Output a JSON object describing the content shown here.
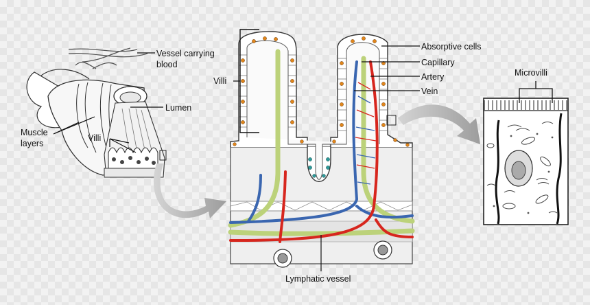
{
  "labels": {
    "vessel_carrying_blood": [
      "Vessel carrying",
      "blood"
    ],
    "lumen": "Lumen",
    "muscle_layers": [
      "Muscle",
      "layers"
    ],
    "villi_small": "Villi",
    "villi_main": "Villi",
    "absorptive_cells": "Absorptive cells",
    "capillary": "Capillary",
    "artery": "Artery",
    "vein": "Vein",
    "lymphatic_vessel": "Lymphatic vessel",
    "microvilli": "Microvilli"
  },
  "colors": {
    "artery": "#d7261e",
    "vein": "#3a66b0",
    "lymphatic": "#bcd27a",
    "nucleus": "#e0861c",
    "goblet": "#2f9a9a",
    "arrow": "#b0b0b0"
  }
}
